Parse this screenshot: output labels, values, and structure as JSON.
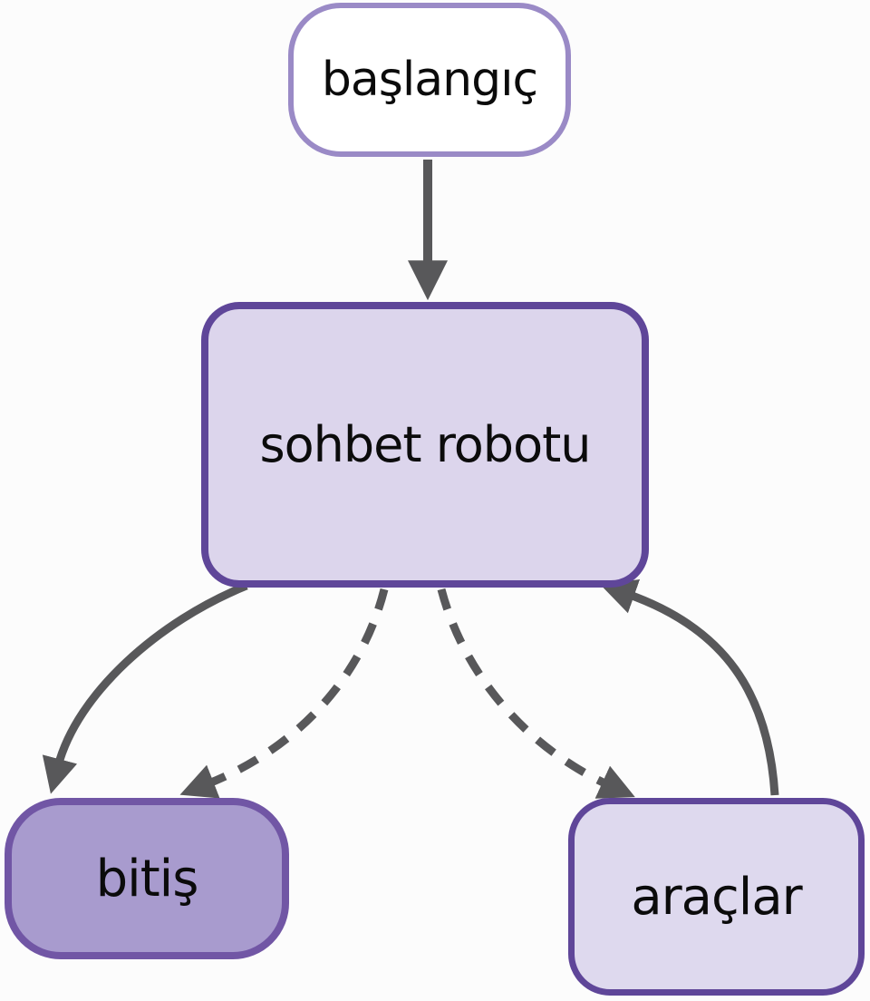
{
  "diagram": {
    "type": "flowchart",
    "direction": "top-down",
    "nodes": [
      {
        "id": "start",
        "label": "başlangıç",
        "shape": "rounded-pill",
        "fill": "#ffffff",
        "border": "#9a8ac6"
      },
      {
        "id": "chatbot",
        "label": "sohbet robotu",
        "shape": "rounded-rect",
        "fill": "#dcd5ec",
        "border": "#5f4699"
      },
      {
        "id": "end",
        "label": "bitiş",
        "shape": "rounded-pill",
        "fill": "#a89bce",
        "border": "#7156a5"
      },
      {
        "id": "tools",
        "label": "araçlar",
        "shape": "rounded-rect",
        "fill": "#ded9ee",
        "border": "#5f4699"
      }
    ],
    "edges": [
      {
        "from": "start",
        "to": "chatbot",
        "style": "solid"
      },
      {
        "from": "chatbot",
        "to": "end",
        "style": "solid"
      },
      {
        "from": "chatbot",
        "to": "end",
        "style": "dashed"
      },
      {
        "from": "chatbot",
        "to": "tools",
        "style": "dashed"
      },
      {
        "from": "tools",
        "to": "chatbot",
        "style": "solid"
      }
    ],
    "colors": {
      "edge": "#58585a",
      "background": "#fcfcfc",
      "text": "#0b0b0b"
    }
  }
}
